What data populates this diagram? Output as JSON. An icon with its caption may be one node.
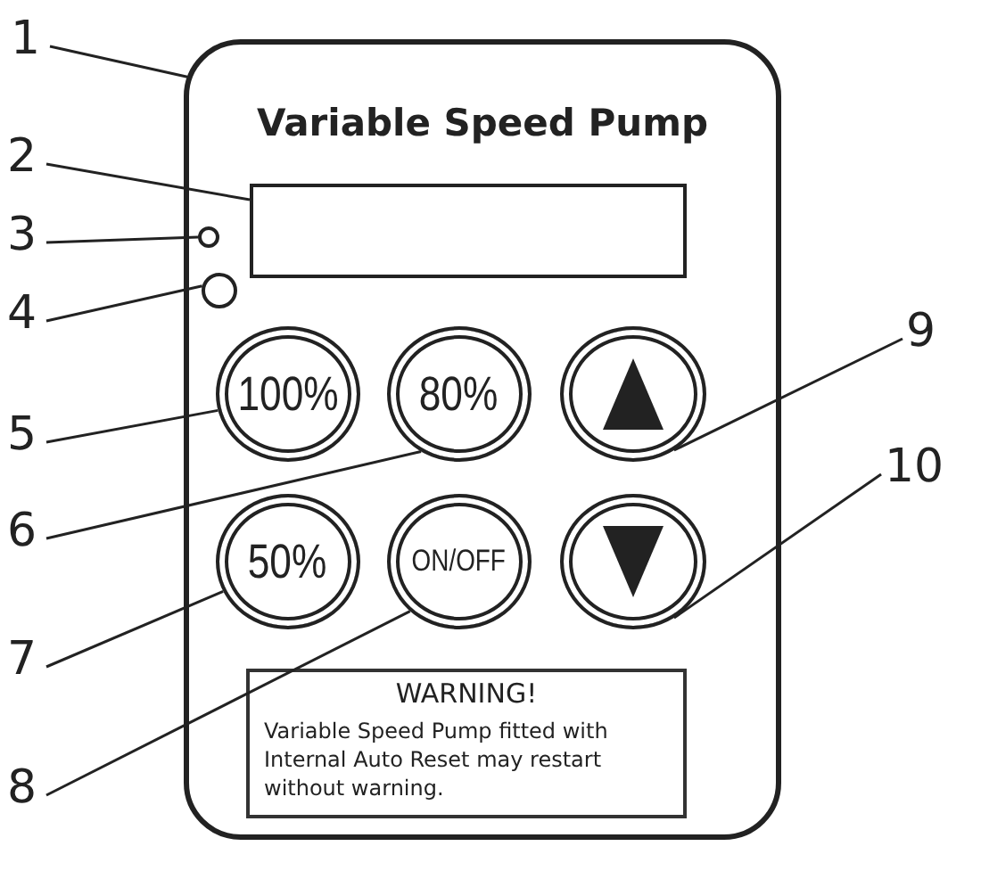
{
  "diagram": {
    "nodes": [
      {
        "text": [
          "Variable Speed Pump"
        ]
      },
      {
        "text": [],
        "shape": "box",
        "in": 0
      },
      {
        "text": [],
        "shape": "circle",
        "in": 0
      },
      {
        "text": [],
        "shape": "circle",
        "in": 0
      },
      {
        "text": [
          "100%"
        ],
        "in": 0
      },
      {
        "text": [
          "80%"
        ],
        "in": 0
      },
      {
        "text": [],
        "shape": "circle",
        "in": 0
      },
      {
        "text": [
          "50%"
        ],
        "in": 0
      },
      {
        "text": [
          "ON/OFF"
        ],
        "in": 0
      },
      {
        "text": [],
        "shape": "circle",
        "in": 0
      },
      {
        "text": [
          "WARNING!",
          "Variable Speed Pump fitted with Internal Auto Reset may restart without warning."
        ],
        "in": 0
      },
      {
        "text": [
          "1"
        ]
      },
      {
        "text": [
          "2"
        ]
      },
      {
        "text": [
          "3"
        ]
      },
      {
        "text": [
          "4"
        ]
      },
      {
        "text": [
          "5"
        ]
      },
      {
        "text": [
          "6"
        ]
      },
      {
        "text": [
          "7"
        ]
      },
      {
        "text": [
          "8"
        ]
      },
      {
        "text": [
          "9"
        ]
      },
      {
        "text": [
          "10"
        ]
      }
    ],
    "edges": [
      {
        "from": 11,
        "to": 0,
        "arrow": "none"
      },
      {
        "from": 12,
        "to": 1,
        "arrow": "none"
      },
      {
        "from": 13,
        "to": 2,
        "arrow": "none"
      },
      {
        "from": 14,
        "to": 3,
        "arrow": "none"
      },
      {
        "from": 15,
        "to": 4,
        "arrow": "none"
      },
      {
        "from": 16,
        "to": 5,
        "arrow": "none"
      },
      {
        "from": 17,
        "to": 7,
        "arrow": "none"
      },
      {
        "from": 18,
        "to": 8,
        "arrow": "none"
      },
      {
        "from": 19,
        "to": 6,
        "arrow": "none"
      },
      {
        "from": 20,
        "to": 9,
        "arrow": "none"
      }
    ]
  }
}
